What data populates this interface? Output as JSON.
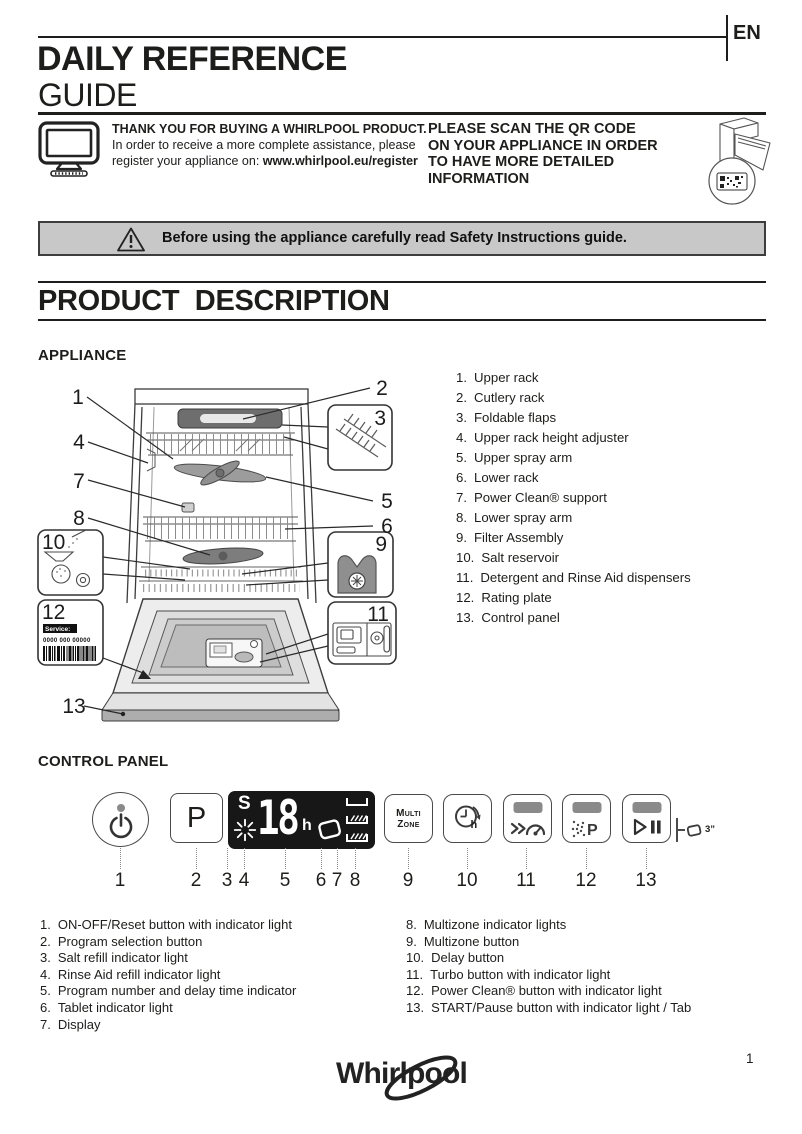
{
  "colors": {
    "text_black": "#1d1d1b",
    "banner_bg": "#c8c8c8",
    "banner_border": "#3d3d3d",
    "display_bg": "#171717",
    "indicator_gray": "#8a8a8a"
  },
  "header": {
    "language": "EN",
    "title_line1": "DAILY REFERENCE",
    "title_line2": "GUIDE"
  },
  "register": {
    "title": "THANK YOU FOR BUYING A WHIRLPOOL PRODUCT.",
    "line1": "In order to receive a more complete assistance, please",
    "line2_prefix": "register your appliance on: ",
    "url": "www.whirlpool.eu/register"
  },
  "qr_notice": {
    "line1": "PLEASE SCAN THE QR CODE",
    "line2": "ON YOUR APPLIANCE IN ORDER",
    "line3": "TO HAVE MORE DETAILED",
    "line4": "INFORMATION"
  },
  "warning": {
    "text": "Before using the appliance carefully read Safety Instructions guide."
  },
  "product_description": {
    "heading": "PRODUCT  DESCRIPTION"
  },
  "appliance": {
    "heading": "APPLIANCE",
    "items": [
      {
        "num": "1.",
        "label": "Upper rack"
      },
      {
        "num": "2.",
        "label": "Cutlery rack"
      },
      {
        "num": "3.",
        "label": "Foldable flaps"
      },
      {
        "num": "4.",
        "label": "Upper rack height adjuster"
      },
      {
        "num": "5.",
        "label": "Upper spray arm"
      },
      {
        "num": "6.",
        "label": "Lower  rack"
      },
      {
        "num": "7.",
        "label": "Power Clean® support"
      },
      {
        "num": "8.",
        "label": "Lower spray arm"
      },
      {
        "num": "9.",
        "label": "Filter Assembly"
      },
      {
        "num": "10.",
        "label": "Salt reservoir"
      },
      {
        "num": "11.",
        "label": "Detergent and Rinse Aid dispensers"
      },
      {
        "num": "12.",
        "label": "Rating plate"
      },
      {
        "num": "13.",
        "label": "Control panel"
      }
    ],
    "callouts": [
      "1",
      "2",
      "3",
      "4",
      "5",
      "6",
      "7",
      "8",
      "9",
      "10",
      "11",
      "12",
      "13"
    ],
    "rating_plate": {
      "service": "Service:",
      "code": "0000 000 00000"
    }
  },
  "control_panel": {
    "heading": "CONTROL PANEL",
    "program_label": "P",
    "display": {
      "salt": "S",
      "digits": "18",
      "hours": "h"
    },
    "multizone_line1": "Multi",
    "multizone_line2": "Zone",
    "delay_hours": "h",
    "powerclean_label": "P",
    "tab_hold_time": "3”",
    "callouts": [
      "1",
      "2",
      "3",
      "4",
      "5",
      "6",
      "7",
      "8",
      "9",
      "10",
      "11",
      "12",
      "13"
    ]
  },
  "legend": {
    "left": [
      {
        "num": "1.",
        "label": "ON-OFF/Reset button with indicator light"
      },
      {
        "num": "2.",
        "label": "Program selection button"
      },
      {
        "num": "3.",
        "label": "Salt refill indicator light"
      },
      {
        "num": "4.",
        "label": "Rinse Aid refill indicator light"
      },
      {
        "num": "5.",
        "label": "Program number and delay time indicator"
      },
      {
        "num": "6.",
        "label": "Tablet indicator light"
      },
      {
        "num": "7.",
        "label": "Display"
      }
    ],
    "right": [
      {
        "num": "8.",
        "label": "Multizone indicator lights"
      },
      {
        "num": "9.",
        "label": "Multizone button"
      },
      {
        "num": "10.",
        "label": "Delay button"
      },
      {
        "num": "11.",
        "label": "Turbo button with indicator light"
      },
      {
        "num": "12.",
        "label": "Power Clean® button with indicator light"
      },
      {
        "num": "13.",
        "label": "START/Pause button with indicator light / Tab"
      }
    ]
  },
  "footer": {
    "brand": "Whirlpool",
    "page_number": "1"
  }
}
